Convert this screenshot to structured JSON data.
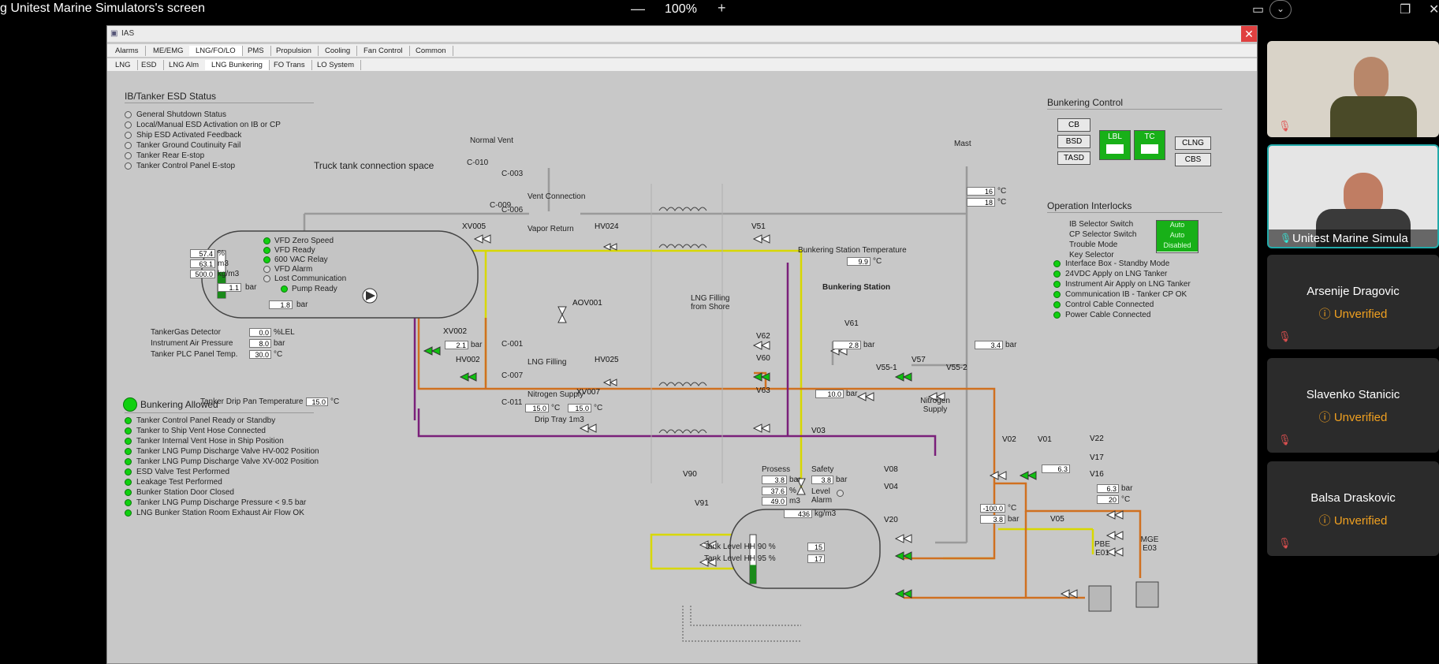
{
  "meeting": {
    "share_title": "g Unitest Marine Simulators's screen",
    "zoom_minus": "—",
    "zoom_level": "100%",
    "zoom_plus": "+",
    "participants": [
      {
        "name": "",
        "status": ""
      },
      {
        "name": "Unitest Marine Simula",
        "status": ""
      },
      {
        "name": "Arsenije Dragovic",
        "status": "Unverified"
      },
      {
        "name": "Slavenko Stanicic",
        "status": "Unverified"
      },
      {
        "name": "Balsa Draskovic",
        "status": "Unverified"
      }
    ]
  },
  "ias": {
    "title": "IAS",
    "close": "x",
    "tabs_main": [
      "Alarms",
      "ME/EMG",
      "LNG/FO/LO",
      "PMS",
      "Propulsion",
      "Cooling",
      "Fan Control",
      "Common"
    ],
    "tabs_sub": [
      "LNG",
      "ESD",
      "LNG Alm",
      "LNG Bunkering",
      "FO Trans",
      "LO System"
    ],
    "esd": {
      "title": "IB/Tanker ESD Status",
      "items": [
        "General Shutdown Status",
        "Local/Manual ESD Activation on IB or CP",
        "Ship ESD Activated Feedback",
        "Tanker Ground Coutinuity Fail",
        "Tanker Rear E-stop",
        "Tanker Control Panel E-stop"
      ]
    },
    "bunkering_control": {
      "title": "Bunkering Control",
      "buttons": {
        "cb": "CB",
        "bsd": "BSD",
        "tasd": "TASD",
        "lbl": "LBL",
        "tc": "TC",
        "clng": "CLNG",
        "cbs": "CBS"
      }
    },
    "interlocks": {
      "title": "Operation Interlocks",
      "selectors": [
        {
          "label": "IB Selector Switch",
          "value": "Auto"
        },
        {
          "label": "CP Selector Switch",
          "value": "Auto"
        },
        {
          "label": "Trouble Mode",
          "value": "Disabled"
        },
        {
          "label": "Key Selector",
          "value": ""
        }
      ],
      "items": [
        "Interface Box - Standby Mode",
        "24VDC Apply on LNG Tanker",
        "Instrument Air Apply on LNG Tanker",
        "Communication IB - Tanker CP OK",
        "Control Cable Connected",
        "Power Cable Connected"
      ]
    },
    "bunkering_allowed": {
      "title": "Bunkering Allowed",
      "items": [
        "Tanker Control Panel Ready or Standby",
        "Tanker to Ship Vent Hose Connected",
        "Tanker Internal Vent Hose in Ship Position",
        "Tanker LNG Pump Discharge Valve HV-002 Position",
        "Tanker LNG Pump Discharge Valve XV-002 Position",
        "ESD Valve Test Performed",
        "Leakage Test Performed",
        "Bunker Station Door Closed",
        "Tanker LNG Pump Discharge Pressure < 9.5 bar",
        "LNG Bunker Station Room Exhaust Air Flow OK"
      ]
    },
    "truck": {
      "space_label": "Truck tank connection space",
      "level_pct": "57.4",
      "level_m3": "63.1",
      "density": "500.0",
      "pressure": "1.1",
      "pump_pressure": "1.8",
      "level_fraction": 0.55,
      "status": [
        "VFD Zero Speed",
        "VFD Ready",
        "600 VAC Relay",
        "VFD Alarm",
        "Lost Communication"
      ],
      "pump_ready": "Pump Ready",
      "u_pct": "%",
      "u_m3": "m3",
      "u_kg": "kg/m3",
      "u_bar": "bar"
    },
    "tanker_meas": [
      {
        "label": "TankerGas Detector",
        "value": "0.0",
        "unit": "%LEL"
      },
      {
        "label": "Instrument Air Pressure",
        "value": "8.0",
        "unit": "bar"
      },
      {
        "label": "Tanker PLC Panel Temp.",
        "value": "30.0",
        "unit": "°C"
      }
    ],
    "drip_pan": {
      "label": "Tanker Drip Pan Temperature",
      "value": "15.0",
      "unit": "°C"
    },
    "labels": {
      "normal_vent": "Normal Vent",
      "mast": "Mast",
      "vent_connection": "Vent Connection",
      "vapor_return": "Vapor Return",
      "lng_filling": "LNG Filling",
      "nitrogen_supply": "Nitrogen Supply",
      "drip_tray": "Drip Tray 1m3",
      "lng_filling_shore": "LNG Filling from Shore",
      "bunkering_station": "Bunkering Station",
      "bs_temp_label": "Bunkering Station Temperature",
      "nitrogen_supply2": "Nitrogen Supply",
      "c010": "C-010",
      "c003": "C-003",
      "c009": "C-009",
      "c006": "C-006",
      "c001": "C-001",
      "c007": "C-007",
      "c011": "C-011"
    },
    "values": {
      "mast_t1": "16",
      "mast_t2": "18",
      "bs_temp": "9.9",
      "p_filling": "2.1",
      "v61_p": "2.8",
      "v57_p": "3.4",
      "n2_p": "10.0",
      "drip1": "15.0",
      "drip2": "15.0",
      "v17_p": "6.3",
      "v16_p": "6.3",
      "v16_t": "20",
      "low_t": "-100.0",
      "low_p": "3.8"
    },
    "valves": [
      "XV005",
      "HV024",
      "V51",
      "AOV001",
      "XV002",
      "HV002",
      "HV025",
      "V62",
      "V60",
      "V61",
      "V55-1",
      "V57",
      "V55-2",
      "V63",
      "XV007",
      "V03",
      "V02",
      "V01",
      "V22",
      "V17",
      "V16",
      "V08",
      "V04",
      "V20",
      "V05",
      "V90",
      "V91"
    ],
    "valve_mark": "A",
    "tank": {
      "prosess": "Prosess",
      "safety": "Safety",
      "p_pros": "3.8",
      "p_safe": "3.8",
      "pct": "37.6",
      "m3": "49.0",
      "density": "436",
      "level_alarm": "Level Alarm",
      "level_fraction": 0.38
    },
    "pbe": "PBE E01",
    "mge": "MGE E03",
    "hh90": {
      "label": "Tank Level HH 90 %",
      "value": "15"
    },
    "hh95": {
      "label": "Tank Level HH 95 %",
      "value": "17"
    },
    "units": {
      "bar": "bar",
      "degc": "°C",
      "pct": "%",
      "m3": "m3",
      "kgm3": "kg/m3"
    }
  },
  "colors": {
    "vapor": "#d8d800",
    "liquid": "#d07020",
    "nitrogen": "#7a207a",
    "grey": "#9a9a9a",
    "lamp_on": "#10d010"
  }
}
